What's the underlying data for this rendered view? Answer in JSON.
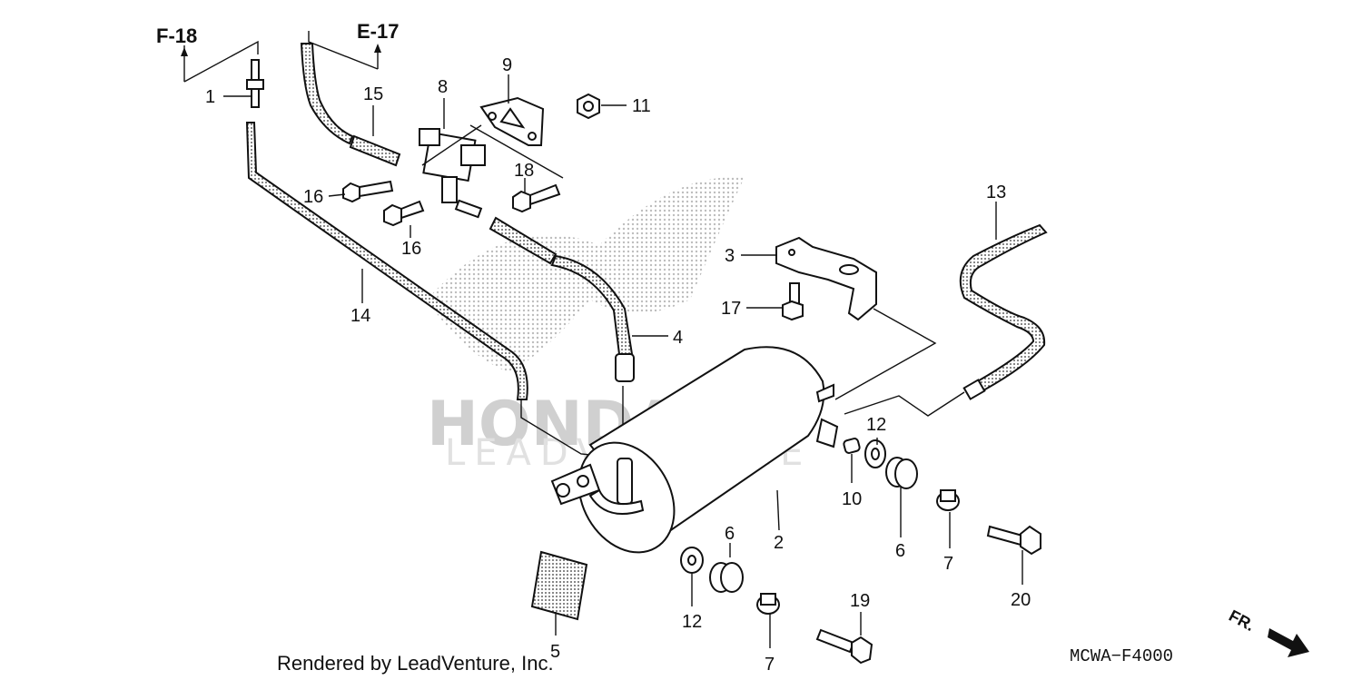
{
  "refs": {
    "f18": "F-18",
    "e17": "E-17"
  },
  "watermark": {
    "brand": "HONDA",
    "sub": "LEADVENTURE"
  },
  "callouts": {
    "p1": "1",
    "p2": "2",
    "p3": "3",
    "p4": "4",
    "p5": "5",
    "p6a": "6",
    "p6b": "6",
    "p7a": "7",
    "p7b": "7",
    "p8": "8",
    "p9": "9",
    "p10": "10",
    "p11": "11",
    "p12a": "12",
    "p12b": "12",
    "p13": "13",
    "p14": "14",
    "p15": "15",
    "p16a": "16",
    "p16b": "16",
    "p17": "17",
    "p18": "18",
    "p19": "19",
    "p20": "20"
  },
  "footer": {
    "credit": "Rendered by LeadVenture, Inc.",
    "code": "MCWA−F4000",
    "direction": "FR."
  }
}
